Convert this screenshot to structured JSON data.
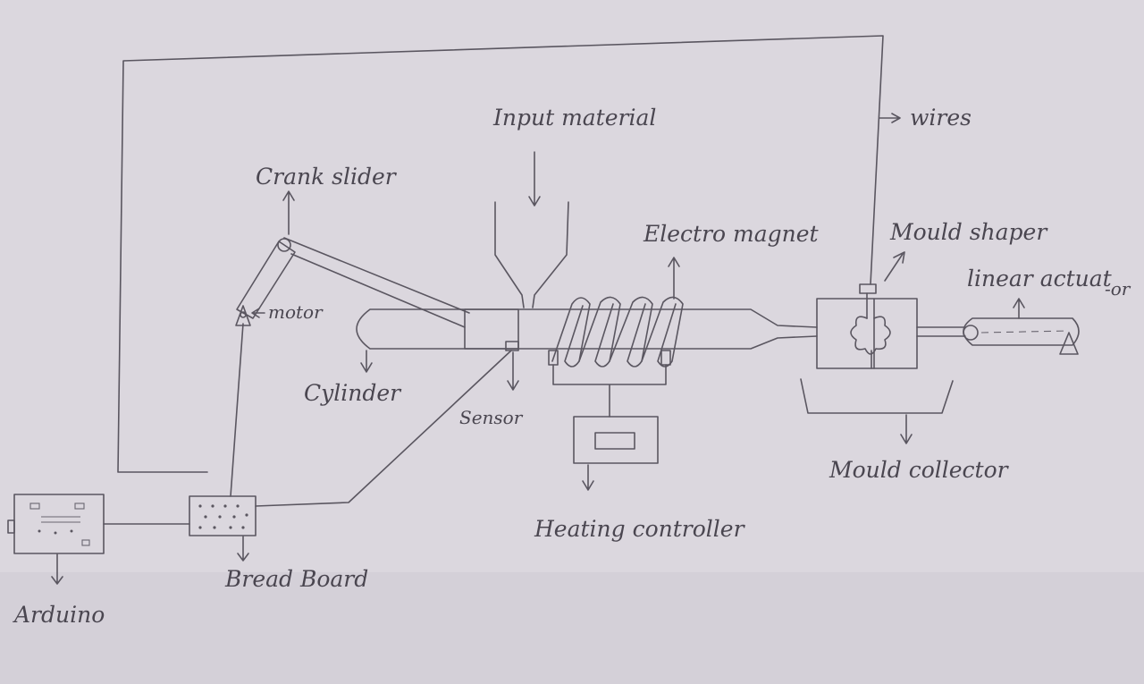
{
  "labels": {
    "input_material": "Input material",
    "wires": "wires",
    "crank_slider": "Crank slider",
    "electro_magnet": "Electro magnet",
    "mould_shaper": "Mould shaper",
    "linear_actuator_line1": "linear actuat",
    "linear_actuator_line2": "-or",
    "motor": "motor",
    "cylinder": "Cylinder",
    "sensor": "Sensor",
    "heating_controller": "Heating controller",
    "mould_collector": "Mould collector",
    "bread_board": "Bread Board",
    "arduino": "Arduino"
  },
  "colors": {
    "paper": "#d9d5dc",
    "pencil": "#5a5660"
  }
}
